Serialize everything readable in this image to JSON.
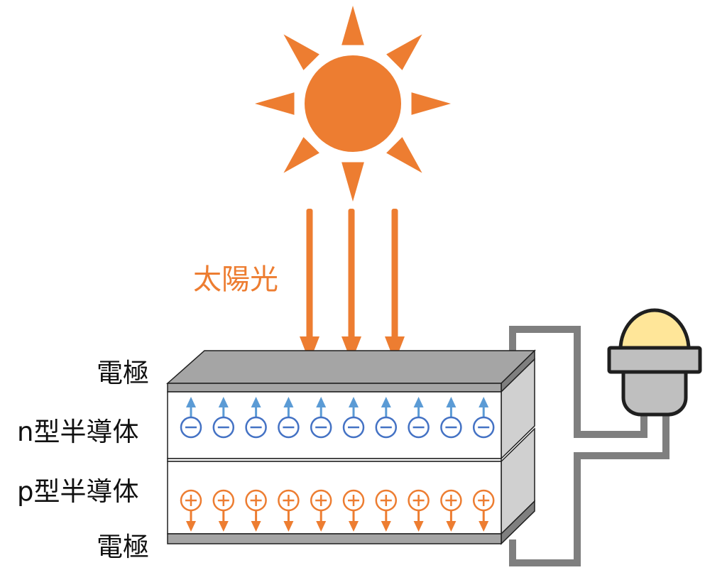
{
  "labels": {
    "sunlight": "太陽光",
    "electrode_top": "電極",
    "n_type": "n型半導体",
    "p_type": "p型半導体",
    "electrode_bottom": "電極"
  },
  "colors": {
    "sun": "#ED7D31",
    "electron": "#4472C4",
    "electron_arrow": "#5B9BD5",
    "hole": "#ED7D31",
    "wire": "#7F7F7F",
    "electrode": "#A5A5A5",
    "cell_side": "#D0D0D0",
    "bulb_glass": "#FFE699",
    "bulb_base": "#BFBFBF",
    "outline": "#1F1F1F"
  },
  "icons": {
    "sun": "sun-icon",
    "bulb": "light-bulb-icon",
    "electron": "minus-circle-icon",
    "hole": "plus-circle-icon"
  },
  "carriers": {
    "electrons": 10,
    "holes": 10,
    "light_rays": 3
  }
}
